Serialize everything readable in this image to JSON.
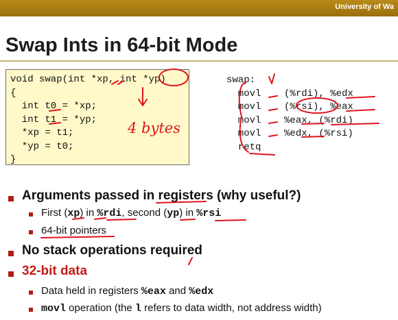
{
  "header": {
    "university": "University of Wa"
  },
  "slide": {
    "title": "Swap Ints in 64-bit Mode"
  },
  "code_box": {
    "lines": [
      "void swap(int *xp, int *yp)",
      "{",
      "  int t0 = *xp;",
      "  int t1 = *yp;",
      "  *xp = t1;",
      "  *yp = t0;",
      "}"
    ]
  },
  "assembly": {
    "lines": [
      "swap:",
      "  movl    (%rdi), %edx",
      "  movl    (%rsi), %eax",
      "  movl    %eax, (%rdi)",
      "  movl    %edx, (%rsi)",
      "  retq"
    ]
  },
  "annotation": {
    "handwritten": "4 bytes"
  },
  "bullets": {
    "args": "Arguments passed in registers (why useful?)",
    "args_sub1": {
      "p1": "First (",
      "xp": "xp",
      "p2": ") in ",
      "rdi": "%rdi",
      "p3": ", second (",
      "yp": "yp",
      "p4": ") in ",
      "rsi": "%rsi"
    },
    "args_sub2": "64-bit pointers",
    "stack": "No stack operations required",
    "data32": "32-bit data",
    "data_sub1": {
      "p1": "Data held in registers ",
      "eax": "%eax",
      "p2": " and ",
      "edx": "%edx"
    },
    "data_sub2": {
      "movl": "movl",
      "p1": " operation (the ",
      "l": "l",
      "p2": " refers to data width, not address width)"
    }
  },
  "colors": {
    "accent": "#b88a1a",
    "bullet": "#b01c17",
    "ink": "#e0141c",
    "code_bg": "#fff9c9"
  }
}
